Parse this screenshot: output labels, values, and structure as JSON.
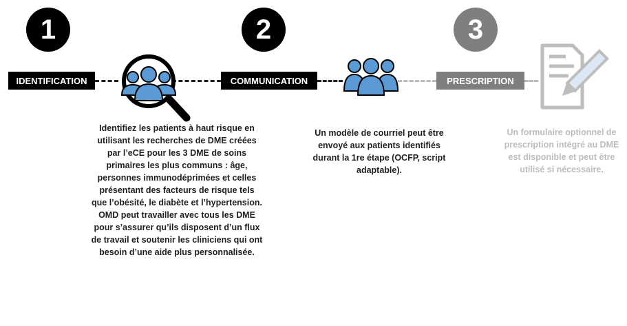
{
  "steps": [
    {
      "number": "1",
      "label": "IDENTIFICATION",
      "icon": "search-people-icon",
      "description": [
        "Identifiez les patients à haut risque en utilisant les recherches de DME créées par l’eCE pour les 3 DME de soins primaires les plus communs : âge, personnes immunodéprimées et celles présentant des facteurs de risque tels que l’obésité, le diabète et l’hypertension.",
        "OMD peut travailler avec tous les DME pour s’assurer qu’ils disposent d’un flux de travail et soutenir les cliniciens qui ont besoin d’une aide plus personnalisée."
      ]
    },
    {
      "number": "2",
      "label": "COMMUNICATION",
      "icon": "group-people-icon",
      "description": [
        "Un modèle de courriel peut être envoyé aux patients identifiés durant la 1re étape (OCFP, script adaptable)."
      ]
    },
    {
      "number": "3",
      "label": "PRESCRIPTION",
      "icon": "document-pencil-icon",
      "description": [
        "Un formulaire optionnel de prescription intégré au DME est disponible et peut être utilisé si nécessaire."
      ]
    }
  ],
  "colors": {
    "active": "#000000",
    "inactive": "#7f7f7f",
    "icon_blue": "#5b9bd5",
    "muted_text": "#bdbdbd"
  }
}
